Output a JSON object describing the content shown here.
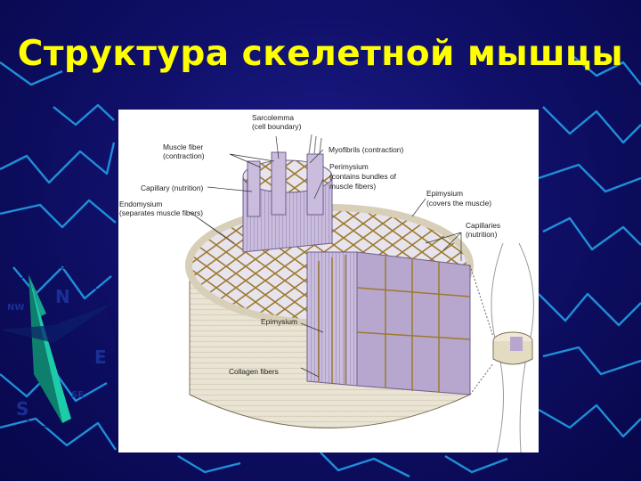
{
  "slide": {
    "title": "Структура скелетной мышцы"
  },
  "compass": {
    "letters": [
      "N",
      "NW",
      "E",
      "S",
      "SE"
    ]
  },
  "figure": {
    "labels": {
      "sarcolemma_1": "Sarcolemma",
      "sarcolemma_2": "(cell boundary)",
      "muscle_fiber_1": "Muscle fiber",
      "muscle_fiber_2": "(contraction)",
      "myofibrils": "Myofibrils (contraction)",
      "perimysium_1": "Perimysium",
      "perimysium_2": "(contains bundles of",
      "perimysium_3": "muscle fibers)",
      "capillary": "Capillary (nutrition)",
      "endomysium_1": "Endomysium",
      "endomysium_2": "(separates muscle fibers)",
      "epimysium_r1": "Epimysium",
      "epimysium_r2": "(covers the muscle)",
      "capillaries_1": "Capillaries",
      "capillaries_2": "(nutrition)",
      "epimysium": "Epimysium",
      "collagen": "Collagen fibers"
    }
  }
}
